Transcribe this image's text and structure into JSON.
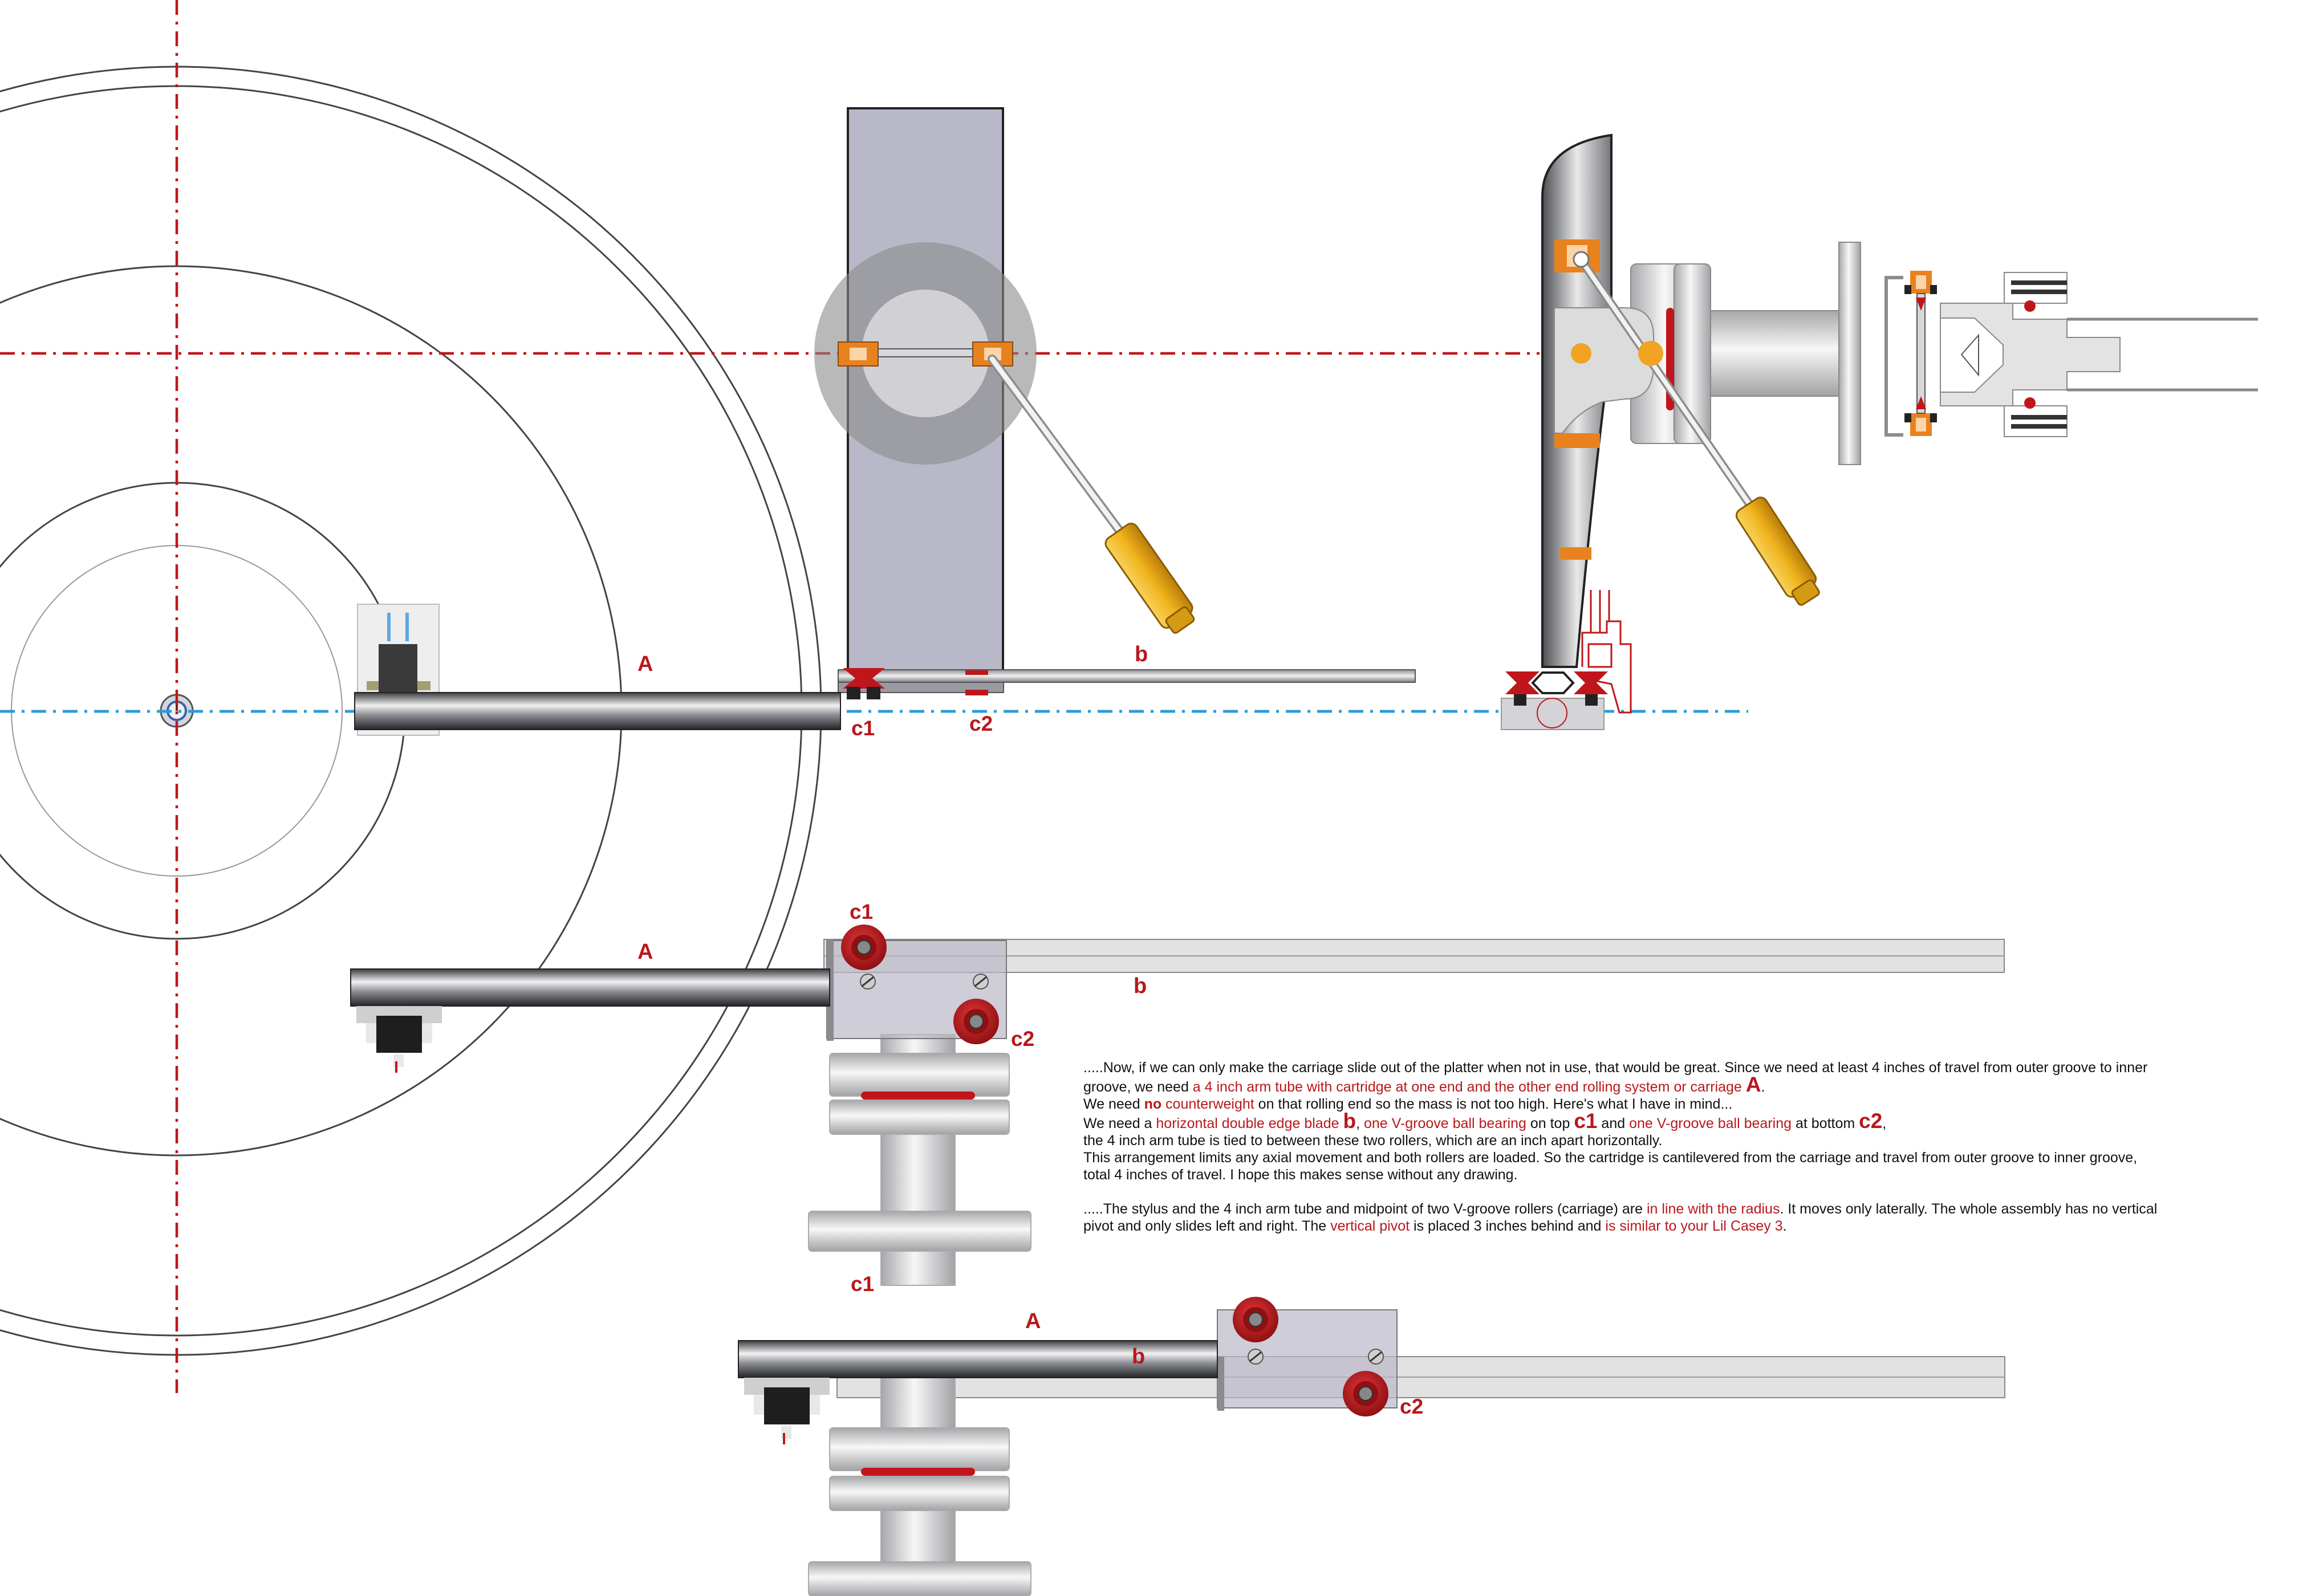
{
  "labels": {
    "arm_tube": "A",
    "blade": "b",
    "top_bearing": "c1",
    "bottom_bearing": "c2"
  },
  "notes": {
    "p1_a": ".....Now, if we can only make the carriage slide out of the platter when not in use, that would be great. Since we need at least 4 inches of travel from outer groove to inner groove, we need ",
    "p1_hl": "a 4 inch arm tube with cartridge at one end and the other end rolling system or carriage",
    "p1_big": "A",
    "p1_end": ".",
    "p2_a": "We  need ",
    "p2_bold": "no",
    "p2_hl": " counterweight",
    "p2_b": " on that rolling end so the mass is not too high. Here's what I have in mind...",
    "p3_a": "We need a ",
    "p3_hl1": "horizontal double edge blade",
    "p3_big1": "b",
    "p3_b": ", ",
    "p3_hl2": "one V-groove ball bearing",
    "p3_c": " on top ",
    "p3_big2": "c1",
    "p3_d": "  and ",
    "p3_hl3": "one V-groove ball bearing",
    "p3_e": " at bottom ",
    "p3_big3": "c2",
    "p3_f": ",",
    "p4": " the 4 inch arm tube is tied to between these two rollers, which are an inch apart horizontally.",
    "p5": "This arrangement limits any axial movement and both rollers are loaded. So the cartridge is cantilevered from the carriage and travel from outer groove to inner groove, total 4 inches of travel. I hope this makes sense without any drawing.",
    "p6_a": ".....The stylus and the 4 inch arm tube and midpoint of two V-groove rollers (carriage) are ",
    "p6_hl1": "in line with the radius",
    "p6_b": ". It moves only laterally. The whole assembly has no vertical pivot and only slides left and right. The ",
    "p6_hl2": "vertical pivot",
    "p6_c": " is placed 3 inches behind and ",
    "p6_hl3": "is similar to your Lil Casey 3",
    "p6_d": "."
  },
  "colors": {
    "accent_red": "#b8181c",
    "radius_line_blue": "#2f9bd6",
    "plate_grey": "#b9b8c8",
    "orange": "#e8821e",
    "gold": "#f0b31c"
  }
}
